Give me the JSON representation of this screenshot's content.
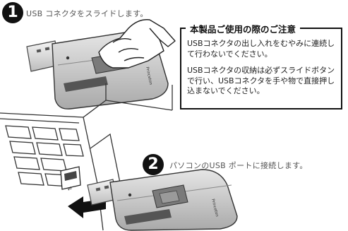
{
  "steps": [
    {
      "number": "1",
      "text": "USB コネクタをスライドします。"
    },
    {
      "number": "2",
      "text": "パソコンのUSB ポートに接続します。"
    }
  ],
  "notice": {
    "title": "本製品ご使用の際のご注意",
    "paragraphs": [
      "USBコネクタの出し入れをむやみに連続して行わないでください。",
      "USBコネクタの収納は必ずスライドボタンで行い、USBコネクタを手や物で直接押し込まないでください。"
    ]
  },
  "device": {
    "brand_label": "Princeton"
  },
  "colors": {
    "ink": "#111111",
    "device_body": "#d8d8d8",
    "device_dark": "#7a7a7a"
  }
}
